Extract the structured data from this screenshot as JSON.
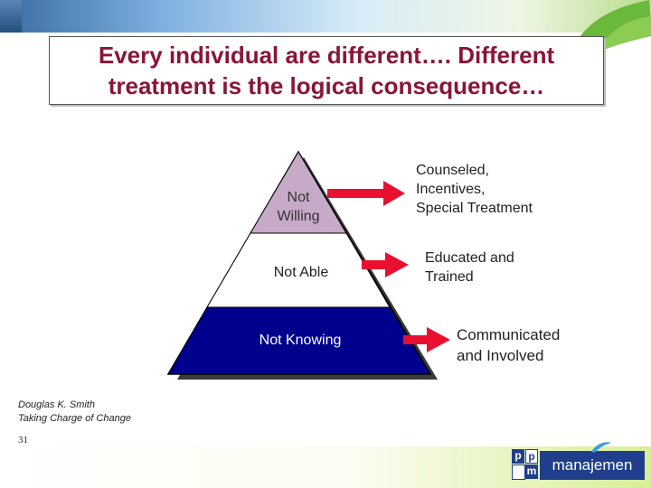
{
  "title": {
    "line1": "Every individual are different…. Different",
    "line2": "treatment is the logical consequence…"
  },
  "pyramid": {
    "tiers": [
      {
        "lines": [
          "Not",
          "Willing"
        ],
        "color": "#c6aac8"
      },
      {
        "lines": [
          "Not Able"
        ],
        "color": "#ffffff"
      },
      {
        "lines": [
          "Not Knowing"
        ],
        "color": "#00008c"
      }
    ]
  },
  "arrow_color": "#e8102e",
  "results": [
    {
      "lines": [
        "Counseled,",
        "Incentives,",
        "Special Treatment"
      ]
    },
    {
      "lines": [
        "Educated and",
        "Trained"
      ]
    },
    {
      "lines": [
        "Communicated",
        "and Involved"
      ]
    }
  ],
  "source": {
    "author": "Douglas K. Smith",
    "book": "Taking Charge of Change"
  },
  "page_number": "31",
  "logo": {
    "letters": [
      "p",
      "p",
      "m"
    ],
    "word": "manajemen"
  },
  "colors": {
    "title": "#8a1538",
    "logo_blue": "#1f3f8c"
  }
}
